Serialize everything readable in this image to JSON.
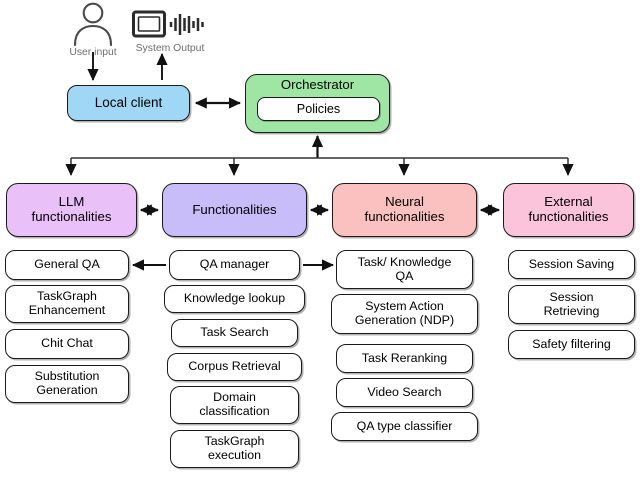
{
  "top": {
    "user_icon": {
      "name": "user-icon",
      "caption": "User input"
    },
    "system_icon": {
      "name": "system-output-icon",
      "caption": "System Output"
    },
    "local_client": {
      "label": "Local client",
      "color": "#9fd7f5"
    },
    "orchestrator": {
      "label": "Orchestrator",
      "color": "#9fe6a5",
      "inner": {
        "label": "Policies",
        "color": "#ffffff"
      }
    }
  },
  "categories": [
    {
      "id": "llm",
      "label": "LLM\nfunctionalities",
      "color": "#eac0f9"
    },
    {
      "id": "func",
      "label": "Functionalities",
      "color": "#c8bdf8"
    },
    {
      "id": "neural",
      "label": "Neural\nfunctionalities",
      "color": "#fbc0c0"
    },
    {
      "id": "external",
      "label": "External\nfunctionalities",
      "color": "#fbc4db"
    }
  ],
  "columns": {
    "llm": [
      {
        "label": "General QA"
      },
      {
        "label": "TaskGraph\nEnhancement"
      },
      {
        "label": "Chit Chat"
      },
      {
        "label": "Substitution\nGeneration"
      }
    ],
    "functionalities": [
      {
        "label": "QA manager"
      },
      {
        "label": "Knowledge lookup"
      },
      {
        "label": "Task Search"
      },
      {
        "label": "Corpus Retrieval"
      },
      {
        "label": "Domain\nclassification"
      },
      {
        "label": "TaskGraph\nexecution"
      }
    ],
    "neural": [
      {
        "label": "Task/ Knowledge\nQA"
      },
      {
        "label": "System Action\nGeneration (NDP)"
      },
      {
        "label": "Task Reranking"
      },
      {
        "label": "Video Search"
      },
      {
        "label": "QA type classifier"
      }
    ],
    "external": [
      {
        "label": "Session Saving"
      },
      {
        "label": "Session\nRetrieving"
      },
      {
        "label": "Safety filtering"
      }
    ]
  },
  "connections": {
    "user_to_client": "arrow-down",
    "client_to_system": "arrow-up",
    "client_orchestrator": "arrow-bidirectional",
    "orchestrator_to_bus": "arrow-up",
    "bus_to_categories": "arrow-down",
    "llm_func": "arrow-bidirectional",
    "func_neural": "arrow-bidirectional",
    "neural_external": "arrow-bidirectional",
    "qamanager_to_generalqa": "arrow-left",
    "qamanager_to_taskknowledge": "arrow-right"
  },
  "palette": {
    "stroke": "#1a1a1a",
    "caption_text": "#6e6e6e",
    "background": "#ffffff"
  }
}
